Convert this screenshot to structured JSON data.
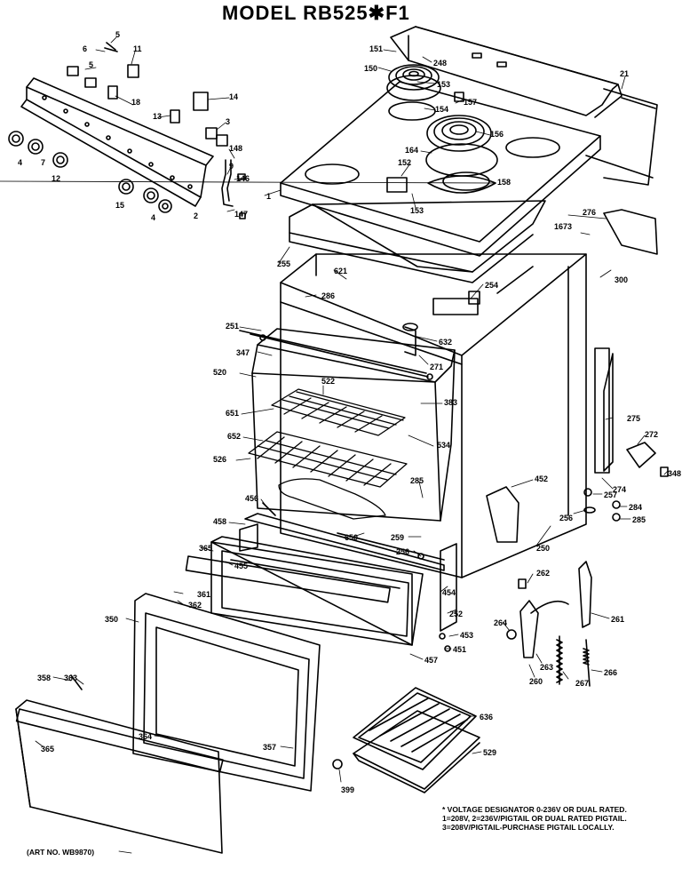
{
  "title": "MODEL RB525✱F1",
  "callouts": {
    "c5a": "5",
    "c6": "6",
    "c11": "11",
    "c5b": "5",
    "c18": "18",
    "c14": "14",
    "c13": "13",
    "c3": "3",
    "c4a": "4",
    "c7": "7",
    "c12": "12",
    "c148": "148",
    "c9": "9",
    "c146": "146",
    "c147": "147",
    "c15": "15",
    "c4b": "4",
    "c2": "2",
    "c1": "1",
    "c151": "151",
    "c248": "248",
    "c150": "150",
    "c153a": "153",
    "c157": "157",
    "c154": "154",
    "c156": "156",
    "c164": "164",
    "c152": "152",
    "c153b": "153",
    "c158": "158",
    "c21": "21",
    "c255": "255",
    "c1673": "1673",
    "c276": "276",
    "c621": "621",
    "c286": "286",
    "c254": "254",
    "c300": "300",
    "c251": "251",
    "c632": "632",
    "c347": "347",
    "c271": "271",
    "c520": "520",
    "c522": "522",
    "c383": "383",
    "c651": "651",
    "c652": "652",
    "c534": "534",
    "c526": "526",
    "c275": "275",
    "c272": "272",
    "c348": "348",
    "c285a": "285",
    "c452": "452",
    "c274": "274",
    "c456": "456",
    "c257": "257",
    "c284": "284",
    "c256a": "256",
    "c285b": "285",
    "c458": "458",
    "c650": "650",
    "c259": "259",
    "c256b": "256",
    "c250": "250",
    "c365a": "365",
    "c455": "455",
    "c454": "454",
    "c262": "262",
    "c361": "361",
    "c362": "362",
    "c252": "252",
    "c264": "264",
    "c261": "261",
    "c350": "350",
    "c453": "453",
    "c451": "451",
    "c457": "457",
    "c263": "263",
    "c266": "266",
    "c358": "358",
    "c363": "363",
    "c260": "260",
    "c267": "267",
    "c636": "636",
    "c364": "364",
    "c357": "357",
    "c529": "529",
    "c365b": "365",
    "c399": "399"
  },
  "footnote": {
    "line1": "VOLTAGE DESIGNATOR 0-236V OR DUAL RATED.",
    "line2": "1=208V, 2=236V/PIGTAIL OR DUAL RATED PIGTAIL.",
    "line3": "3=208V/PIGTAIL-PURCHASE PIGTAIL LOCALLY."
  },
  "art_number": "(ART NO. WB9870)"
}
